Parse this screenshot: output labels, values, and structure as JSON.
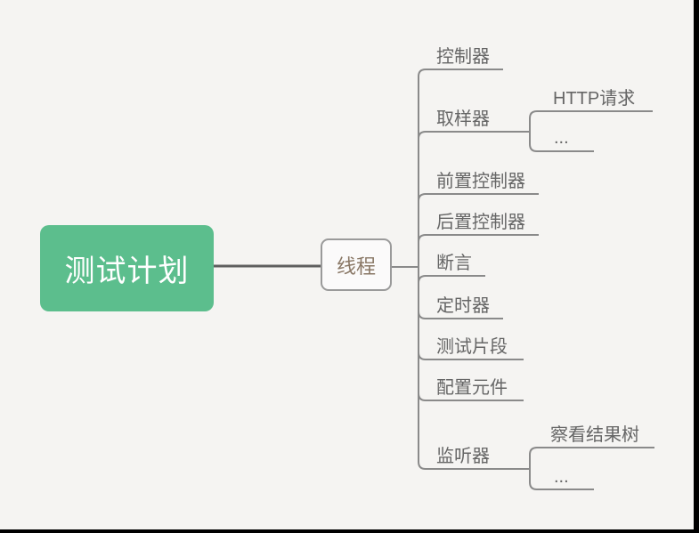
{
  "canvas": {
    "background_color": "#f5f4f2",
    "window_edge_color": "#000000"
  },
  "mindmap": {
    "line_color": "#8a8a8a",
    "root_connector_color": "#5f5f5f",
    "root": {
      "label": "测试计划",
      "bg_color": "#5cbe8d",
      "text_color": "#ffffff"
    },
    "level1": {
      "label": "线程",
      "text_color": "#8a7866",
      "border_color": "#9a9a9a",
      "bg_color": "#fbfafa"
    },
    "branches": [
      {
        "label": "控制器",
        "children": []
      },
      {
        "label": "取样器",
        "children": [
          {
            "label": "HTTP请求"
          },
          {
            "label": "..."
          }
        ]
      },
      {
        "label": "前置控制器",
        "children": []
      },
      {
        "label": "后置控制器",
        "children": []
      },
      {
        "label": "断言",
        "children": []
      },
      {
        "label": "定时器",
        "children": []
      },
      {
        "label": "测试片段",
        "children": []
      },
      {
        "label": "配置元件",
        "children": []
      },
      {
        "label": "监听器",
        "children": [
          {
            "label": "察看结果树"
          },
          {
            "label": "..."
          }
        ]
      }
    ]
  }
}
